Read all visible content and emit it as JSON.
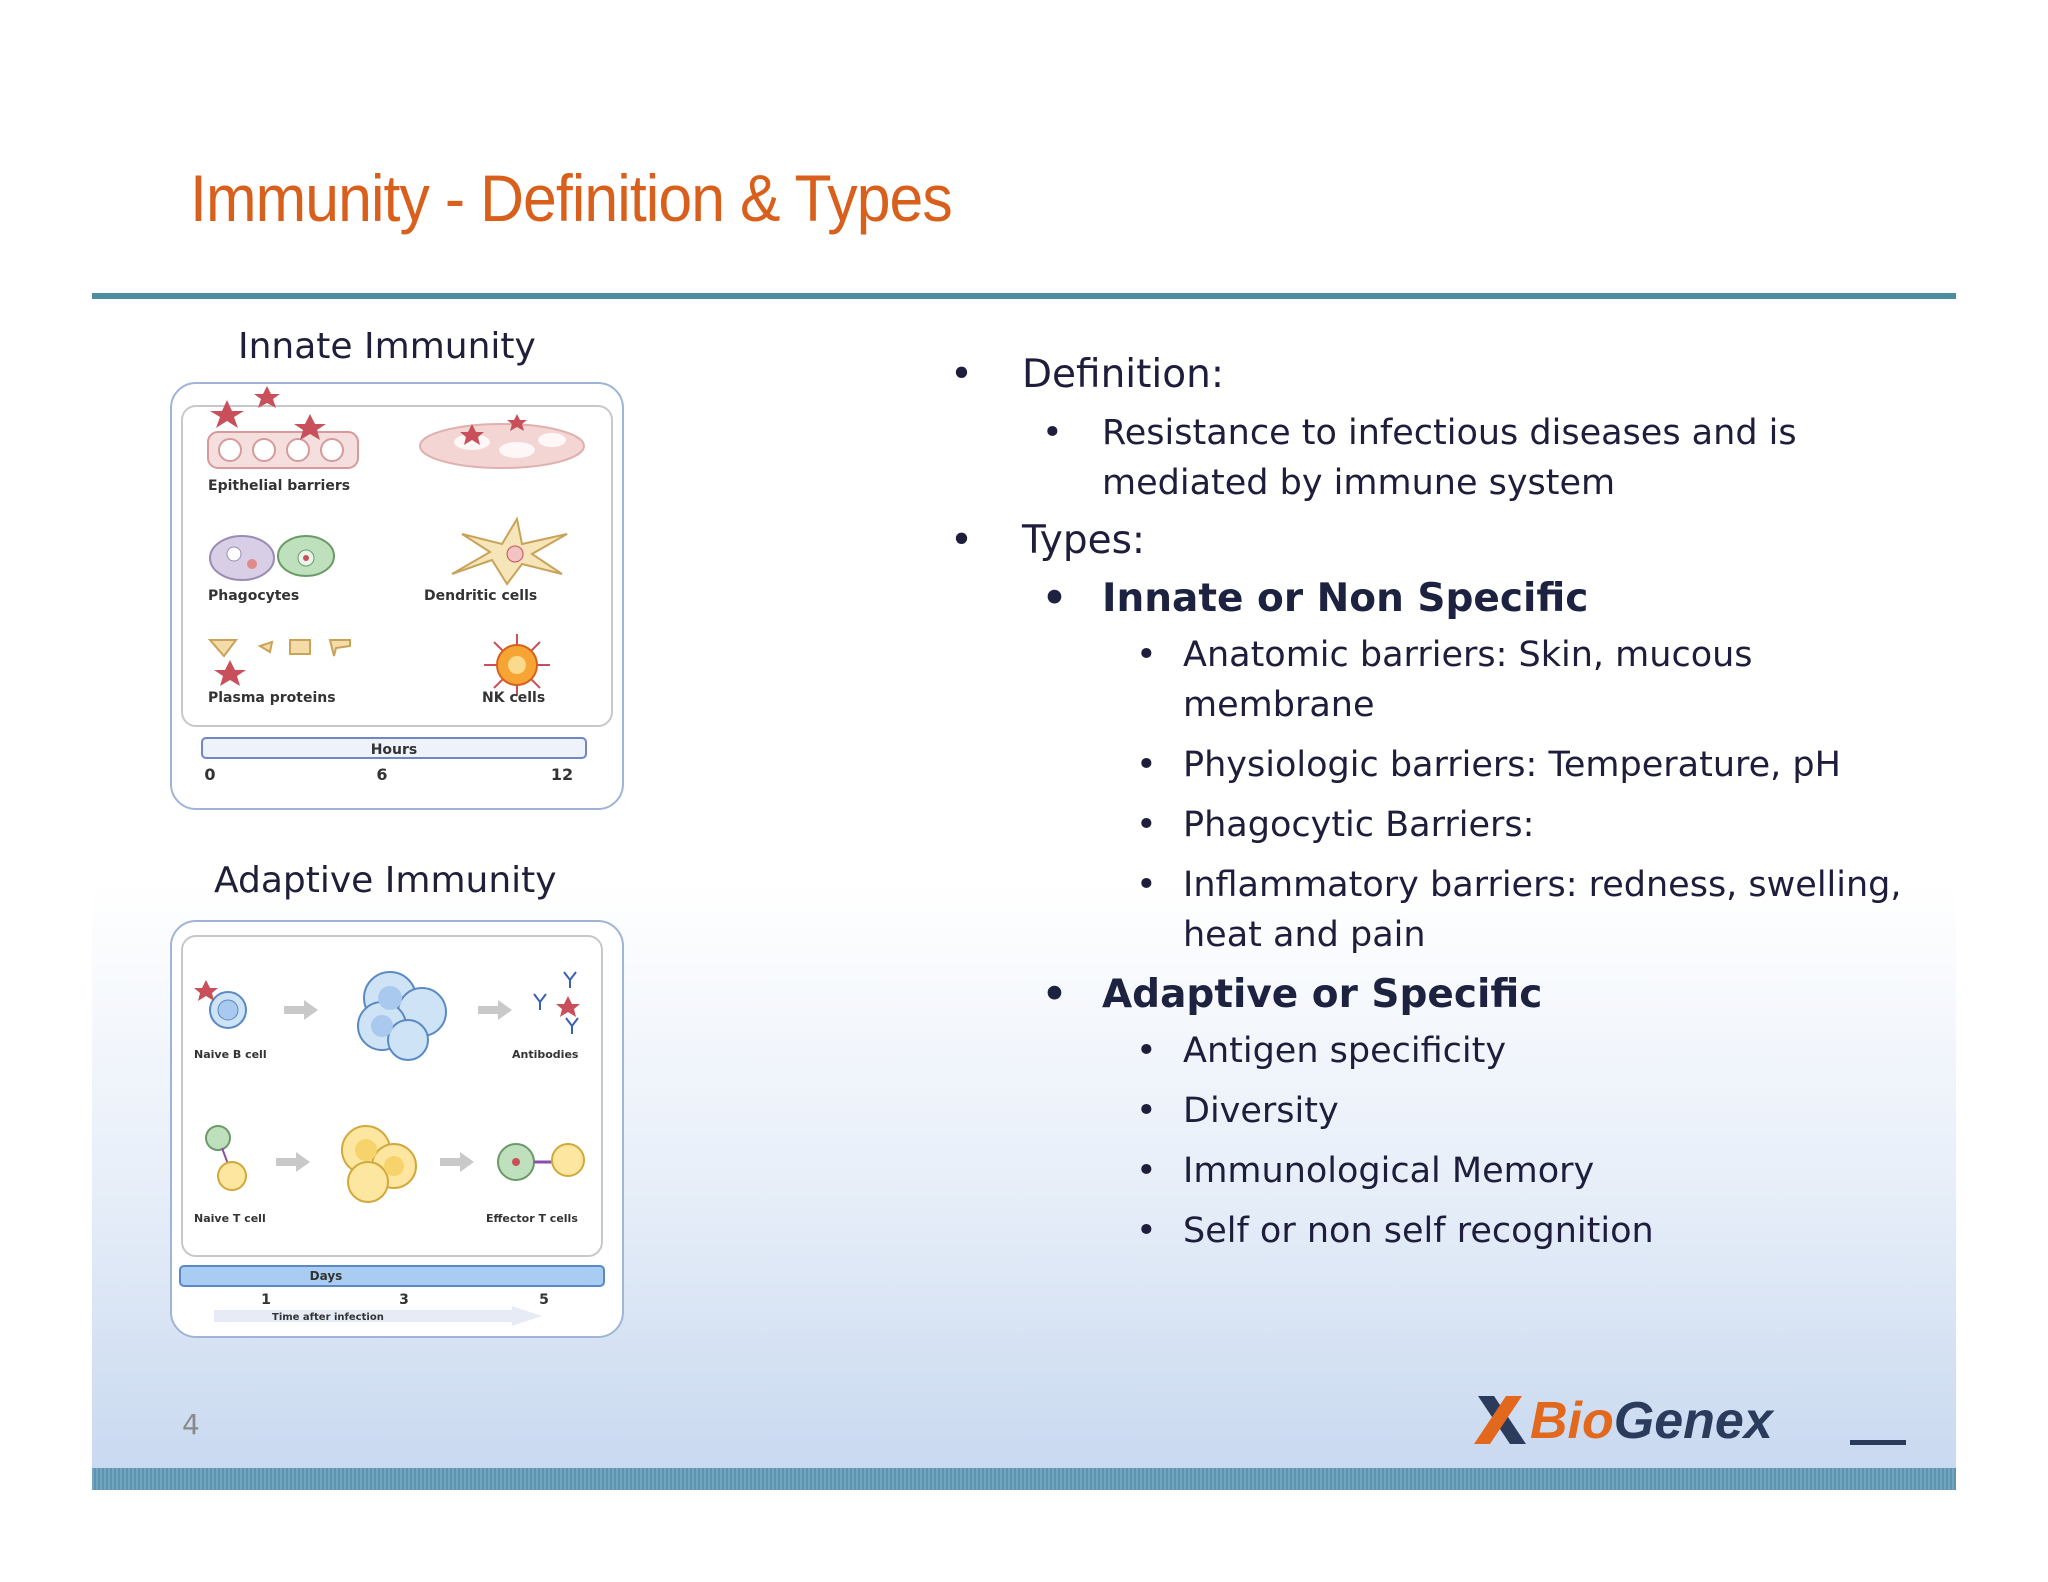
{
  "slide": {
    "title": "Immunity - Definition & Types",
    "page_number": "4",
    "logo_text": "BioGenex"
  },
  "innate_panel": {
    "label": "Innate Immunity",
    "captions": {
      "epithelial": "Epithelial barriers",
      "phagocytes": "Phagocytes",
      "dendritic": "Dendritic cells",
      "plasma": "Plasma proteins",
      "nk": "NK cells"
    },
    "timeline_label": "Hours",
    "ticks": [
      "0",
      "6",
      "12"
    ]
  },
  "adaptive_panel": {
    "label": "Adaptive Immunity",
    "captions": {
      "naive_b": "Naive B cell",
      "antibodies": "Antibodies",
      "naive_t": "Naive T cell",
      "effector_t": "Effector T cells"
    },
    "timeline_label": "Days",
    "ticks": [
      "1",
      "3",
      "5"
    ],
    "arrow_label": "Time after infection"
  },
  "content": {
    "definition_heading": "Definition:",
    "definition_text_1": "Resistance to infectious diseases and is",
    "definition_text_2": "mediated by immune system",
    "types_heading": "Types:",
    "innate_heading": "Innate or Non Specific",
    "innate_items": [
      [
        "Anatomic barriers: Skin, mucous",
        "membrane"
      ],
      [
        "Physiologic barriers: Temperature, pH",
        ""
      ],
      [
        "Phagocytic Barriers:",
        ""
      ],
      [
        "Inflammatory barriers: redness, swelling,",
        "heat and pain"
      ]
    ],
    "adaptive_heading": "Adaptive or Specific",
    "adaptive_items": [
      "Antigen specificity",
      "Diversity",
      "Immunological Memory",
      "Self or non self recognition"
    ]
  },
  "colors": {
    "title": "#d9601c",
    "rule": "#4b8ea3",
    "text": "#1e1e3c"
  }
}
